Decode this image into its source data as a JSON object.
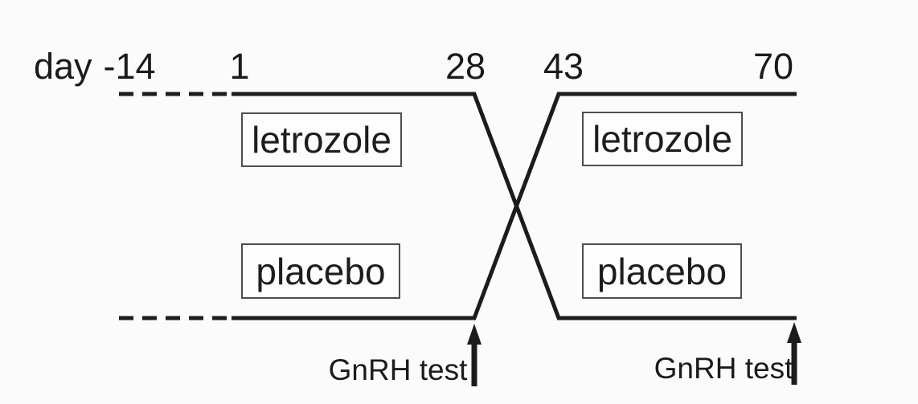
{
  "figure": {
    "axis": {
      "prefix_label": "day",
      "ticks": [
        "-14",
        "1",
        "28",
        "43",
        "70"
      ]
    },
    "periods": {
      "top_left_box": "letrozole",
      "top_right_box": "letrozole",
      "bottom_left_box": "placebo",
      "bottom_right_box": "placebo"
    },
    "events": {
      "left_arrow_label": "GnRH test",
      "right_arrow_label": "GnRH test"
    },
    "style": {
      "line_color": "#1c1c1c",
      "box_border_color": "#4e4e4e",
      "text_color": "#1b1b1b",
      "background_color": "#fbfbfb"
    }
  }
}
